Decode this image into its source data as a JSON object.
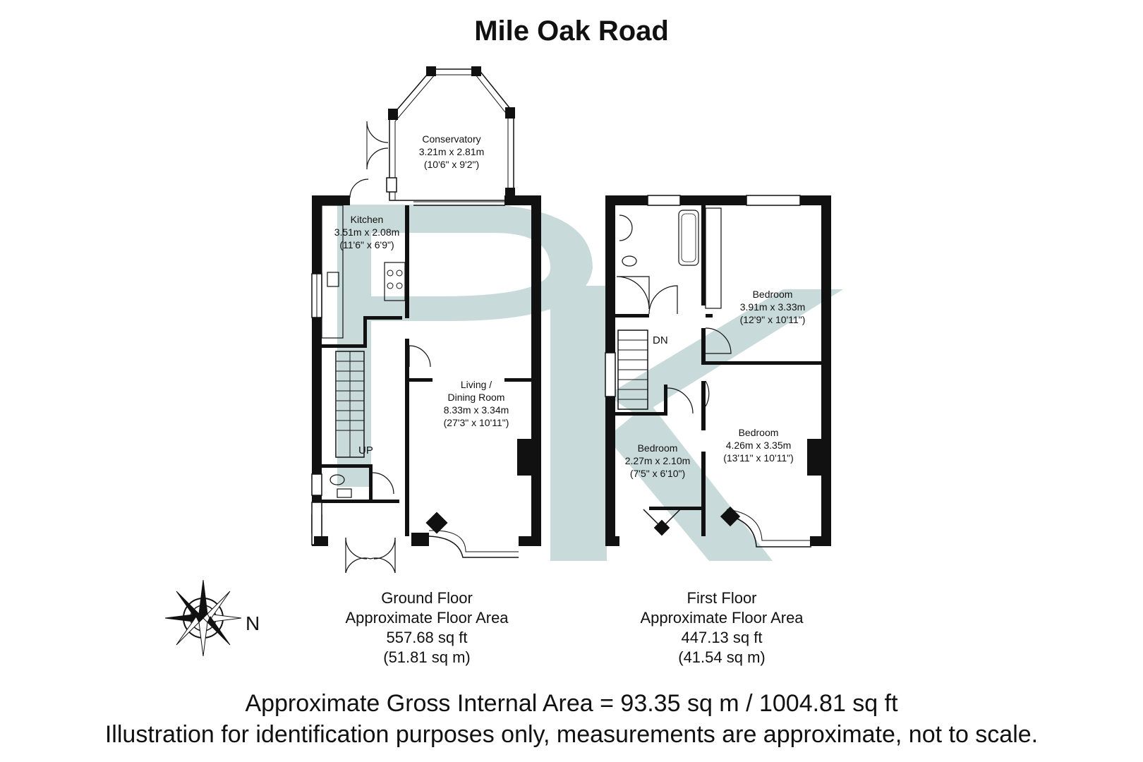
{
  "title": "Mile Oak Road",
  "rooms": {
    "conservatory": {
      "name": "Conservatory",
      "metric": "3.21m x 2.81m",
      "imperial": "(10'6\" x 9'2\")"
    },
    "kitchen": {
      "name": "Kitchen",
      "metric": "3.51m x 2.08m",
      "imperial": "(11'6\" x 6'9\")"
    },
    "living": {
      "name1": "Living /",
      "name2": "Dining Room",
      "metric": "8.33m x 3.34m",
      "imperial": "(27'3\" x 10'11\")"
    },
    "bedroom1": {
      "name": "Bedroom",
      "metric": "3.91m x 3.33m",
      "imperial": "(12'9\" x 10'11\")"
    },
    "bedroom2": {
      "name": "Bedroom",
      "metric": "4.26m x 3.35m",
      "imperial": "(13'11\" x 10'11\")"
    },
    "bedroom3": {
      "name": "Bedroom",
      "metric": "2.27m x 2.10m",
      "imperial": "(7'5\" x 6'10\")"
    }
  },
  "stairs": {
    "up": "UP",
    "down": "DN"
  },
  "ground_floor": {
    "name": "Ground Floor",
    "label": "Approximate Floor Area",
    "sqft": "557.68 sq ft",
    "sqm": "(51.81 sq m)"
  },
  "first_floor": {
    "name": "First Floor",
    "label": "Approximate Floor Area",
    "sqft": "447.13 sq ft",
    "sqm": "(41.54 sq m)"
  },
  "compass": {
    "north": "N"
  },
  "footer": {
    "gross": "Approximate Gross Internal Area = 93.35 sq m / 1004.81 sq ft",
    "disclaimer": "Illustration for identification purposes only, measurements are approximate, not to scale."
  },
  "colors": {
    "wall": "#111111",
    "watermark": "#c9dadb",
    "window": "#ffffff"
  }
}
